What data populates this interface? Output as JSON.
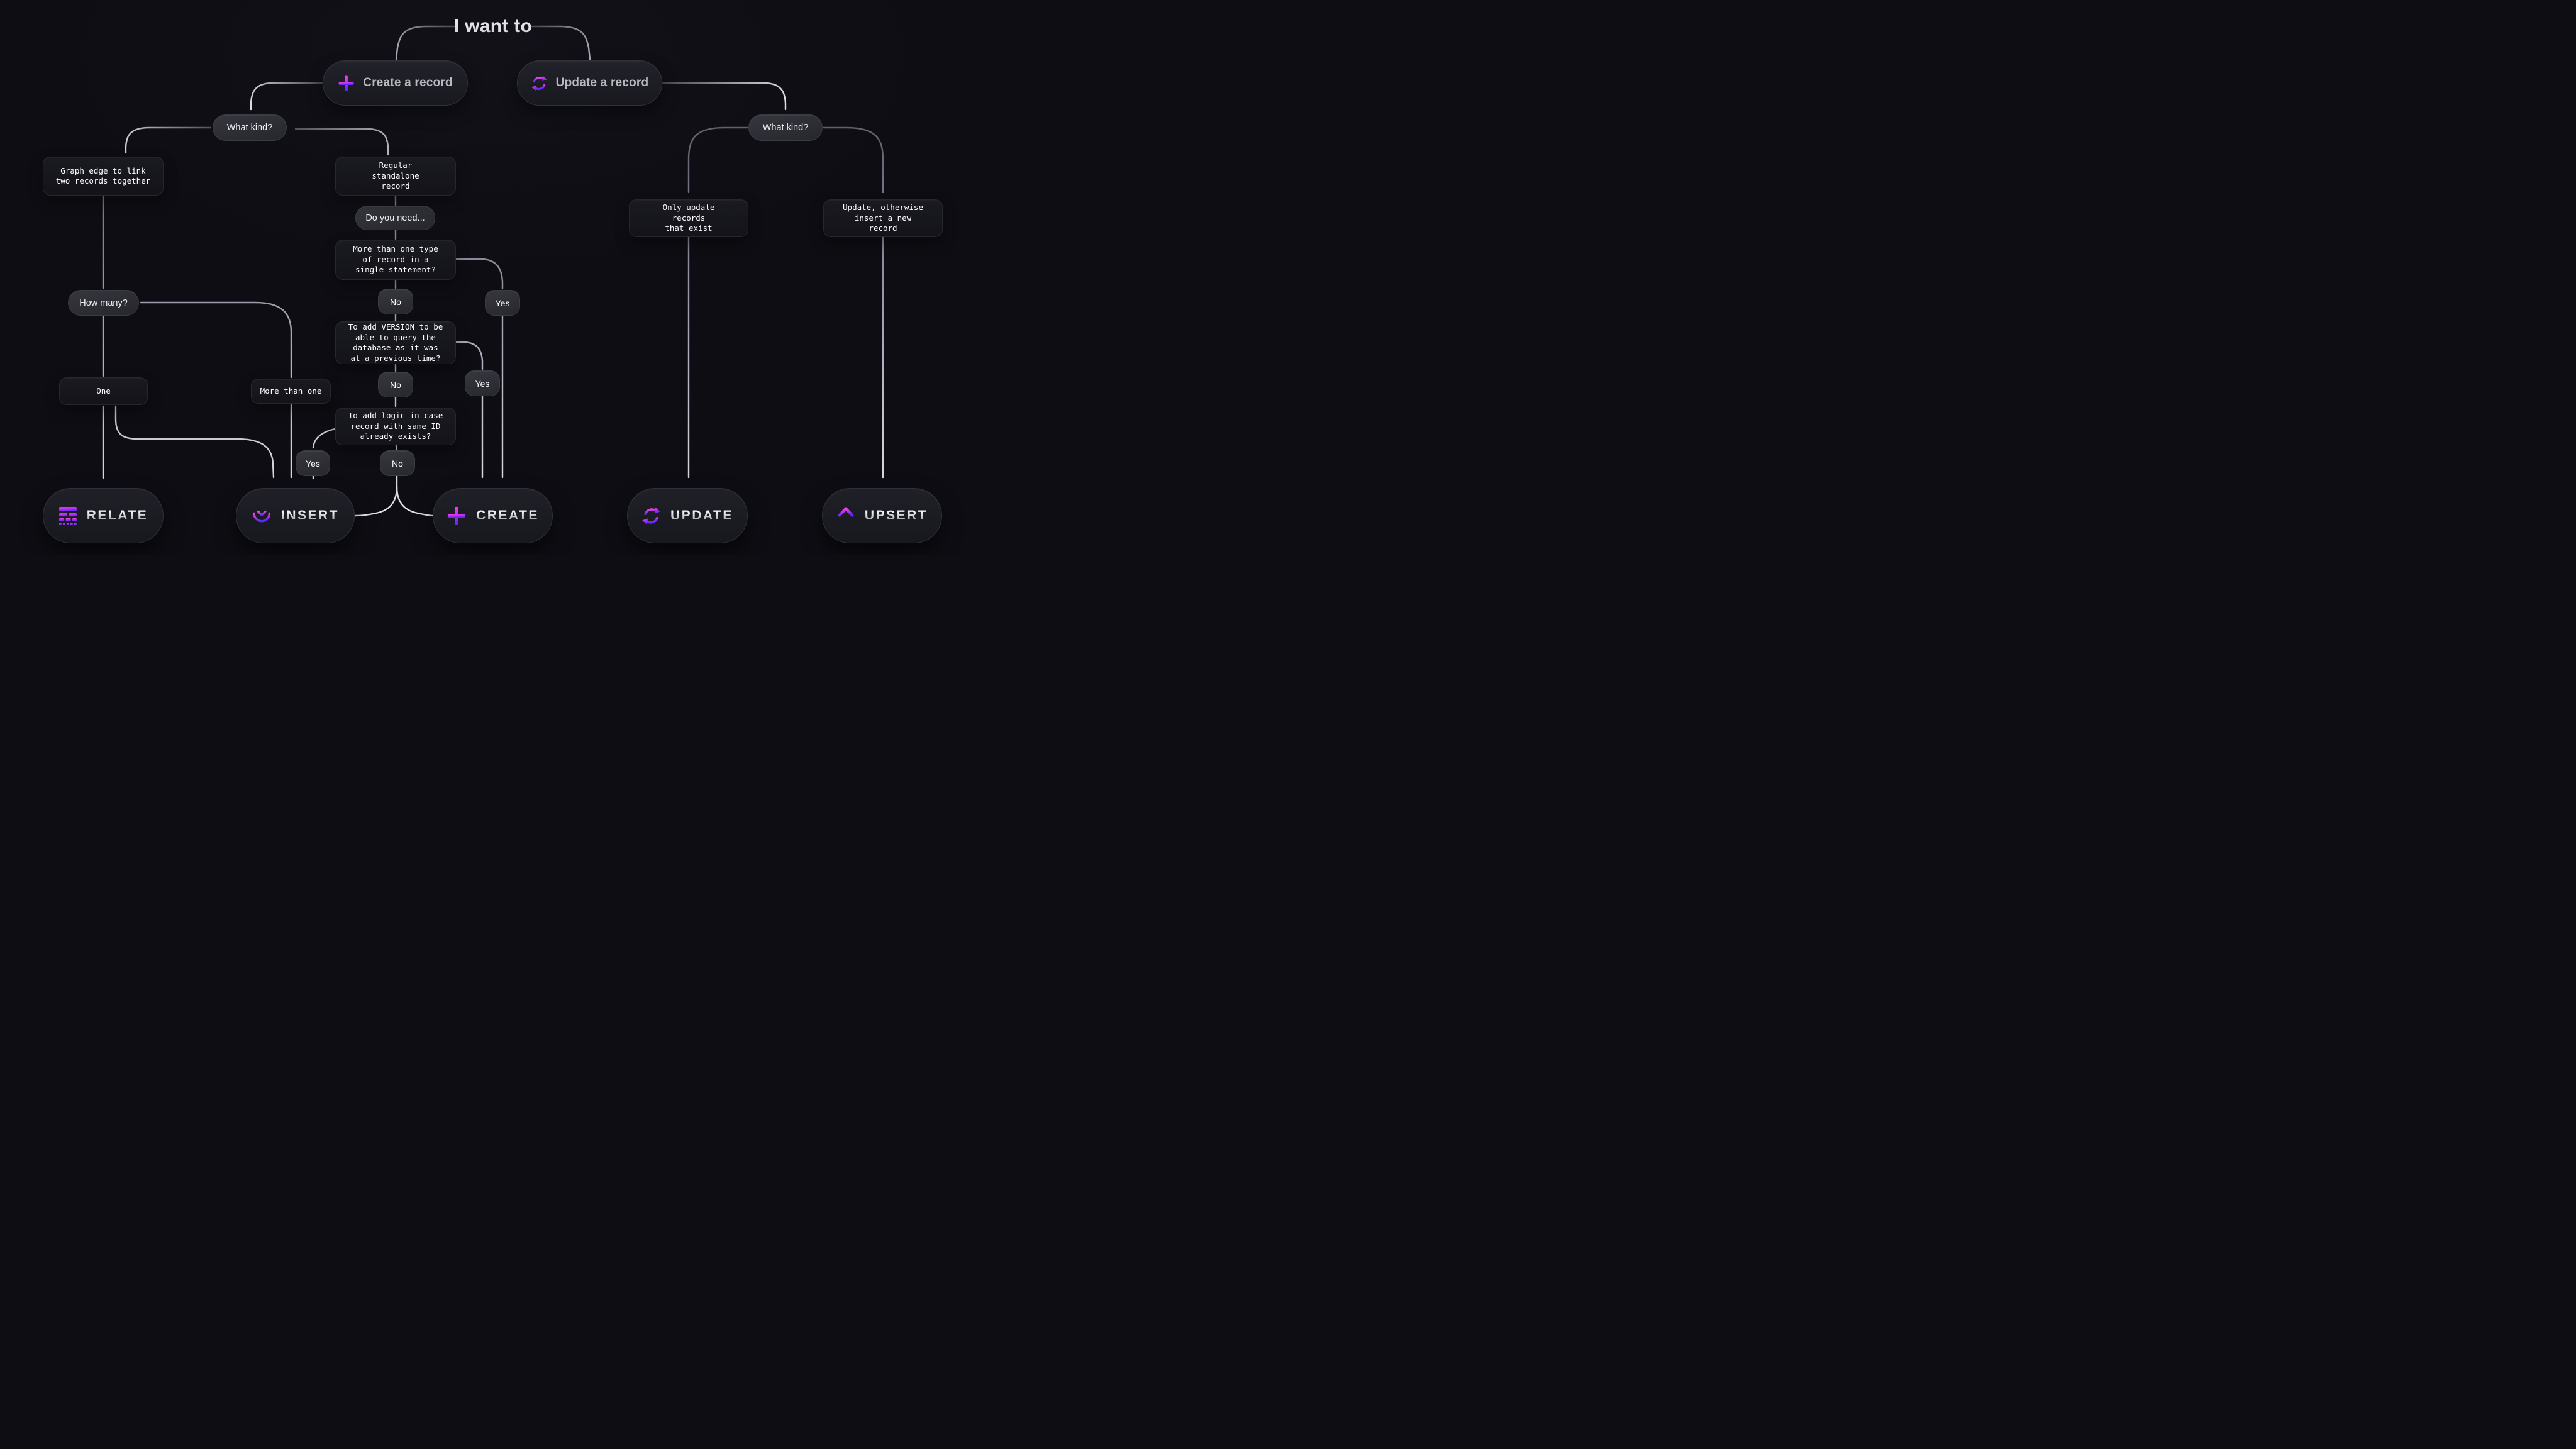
{
  "title": "I want to",
  "colors": {
    "background": "#0e0d13",
    "accent_pink": "#ff44e3",
    "accent_purple": "#5b2bf5",
    "node_background": "#1d1d24",
    "line_light": "#cfc9d8"
  },
  "nodes": {
    "create": {
      "label": "Create a record",
      "icon": "plus-icon"
    },
    "update": {
      "label": "Update a record",
      "icon": "refresh-icon"
    },
    "whatkind_left": {
      "label": "What kind?"
    },
    "whatkind_right": {
      "label": "What kind?"
    },
    "graph_edge": {
      "label": "Graph edge to link\ntwo records together"
    },
    "regular": {
      "label": "Regular\nstandalone\nrecord"
    },
    "do_you_need": {
      "label": "Do you need..."
    },
    "q_multi_type": {
      "label": "More than one type\nof record in a\nsingle statement?"
    },
    "q_version": {
      "label": "To add VERSION to be\nable to query the\ndatabase as it was\nat a previous time?"
    },
    "q_logic": {
      "label": "To add logic in case\nrecord with same ID\nalready exists?"
    },
    "how_many": {
      "label": "How many?"
    },
    "one": {
      "label": "One"
    },
    "more_than_one": {
      "label": "More than one"
    },
    "only_update": {
      "label": "Only update\nrecords\nthat exist"
    },
    "update_otherwise": {
      "label": "Update, otherwise\ninsert a new\nrecord"
    }
  },
  "pills": {
    "no1": "No",
    "yes1": "Yes",
    "no2": "No",
    "yes2": "Yes",
    "yes3": "Yes",
    "no3": "No"
  },
  "actions": [
    {
      "id": "relate",
      "label": "RELATE",
      "icon": "relate-icon"
    },
    {
      "id": "insert",
      "label": "INSERT",
      "icon": "insert-down-icon"
    },
    {
      "id": "create",
      "label": "CREATE",
      "icon": "plus-icon"
    },
    {
      "id": "update",
      "label": "UPDATE",
      "icon": "refresh-icon"
    },
    {
      "id": "upsert",
      "label": "UPSERT",
      "icon": "arrow-up-icon"
    }
  ]
}
